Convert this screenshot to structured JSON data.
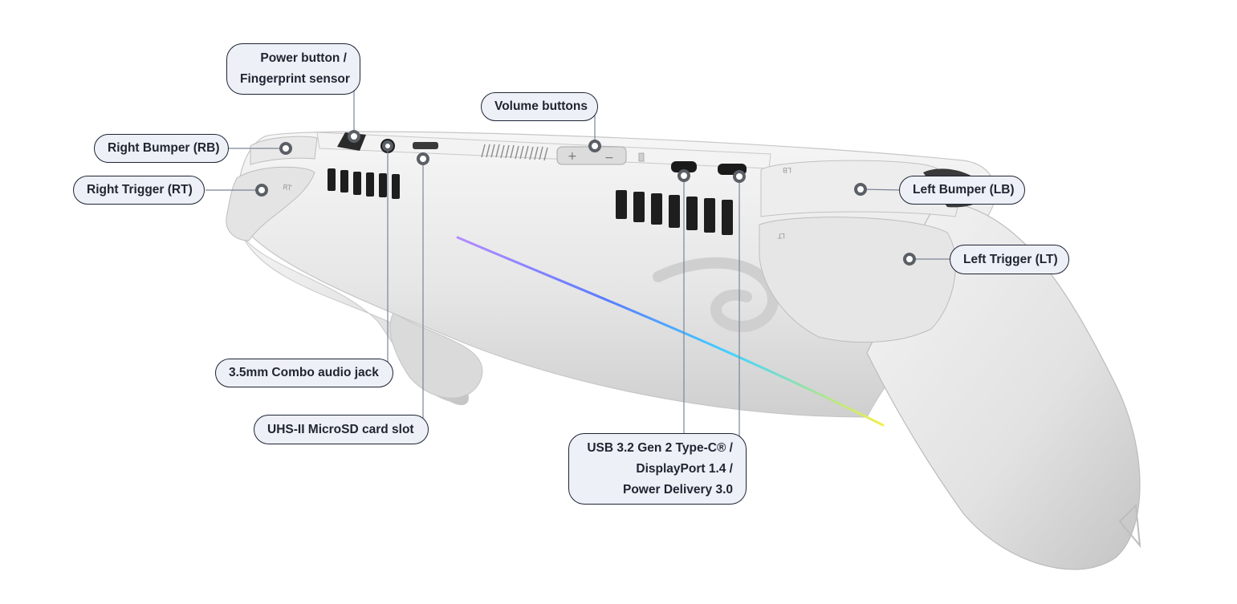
{
  "labels": {
    "power": [
      "Power button /",
      "Fingerprint sensor"
    ],
    "volume": "Volume buttons",
    "right_bumper": "Right Bumper (RB)",
    "right_trigger": "Right Trigger (RT)",
    "left_bumper": "Left Bumper (LB)",
    "left_trigger": "Left Trigger (LT)",
    "audio_jack": "3.5mm Combo audio jack",
    "microsd": "UHS-II MicroSD card slot",
    "usb": [
      "USB 3.2 Gen 2 Type-C® /",
      "DisplayPort 1.4 /",
      "Power Delivery 3.0"
    ]
  },
  "device_markings": {
    "lb": "LB",
    "lt": "LT",
    "rt": "RT",
    "vol_plus": "+",
    "vol_minus": "−"
  },
  "colors": {
    "device_body": "#ececec",
    "device_shadow": "#c9c9c9",
    "callout_fill": "#eef0f7",
    "callout_border": "#1c2434",
    "leader_line": "#7b8596",
    "marker_ring": "#5b5f66"
  }
}
